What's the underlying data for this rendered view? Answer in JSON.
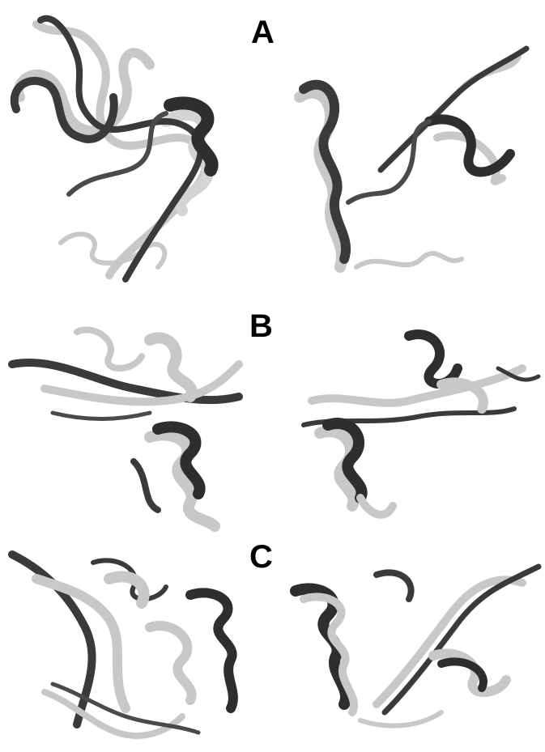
{
  "figure": {
    "panels": [
      {
        "label": "A",
        "views": [
          "left-view",
          "right-view"
        ]
      },
      {
        "label": "B",
        "views": [
          "left-view",
          "right-view"
        ]
      },
      {
        "label": "C",
        "views": [
          "left-view",
          "right-view"
        ]
      }
    ],
    "colors": {
      "structure_1": "#3a3a3a",
      "structure_2": "#c8c8c8",
      "background": "#ffffff",
      "label": "#000000"
    },
    "icon_names": [
      "protein-ribbon-superposition"
    ]
  }
}
